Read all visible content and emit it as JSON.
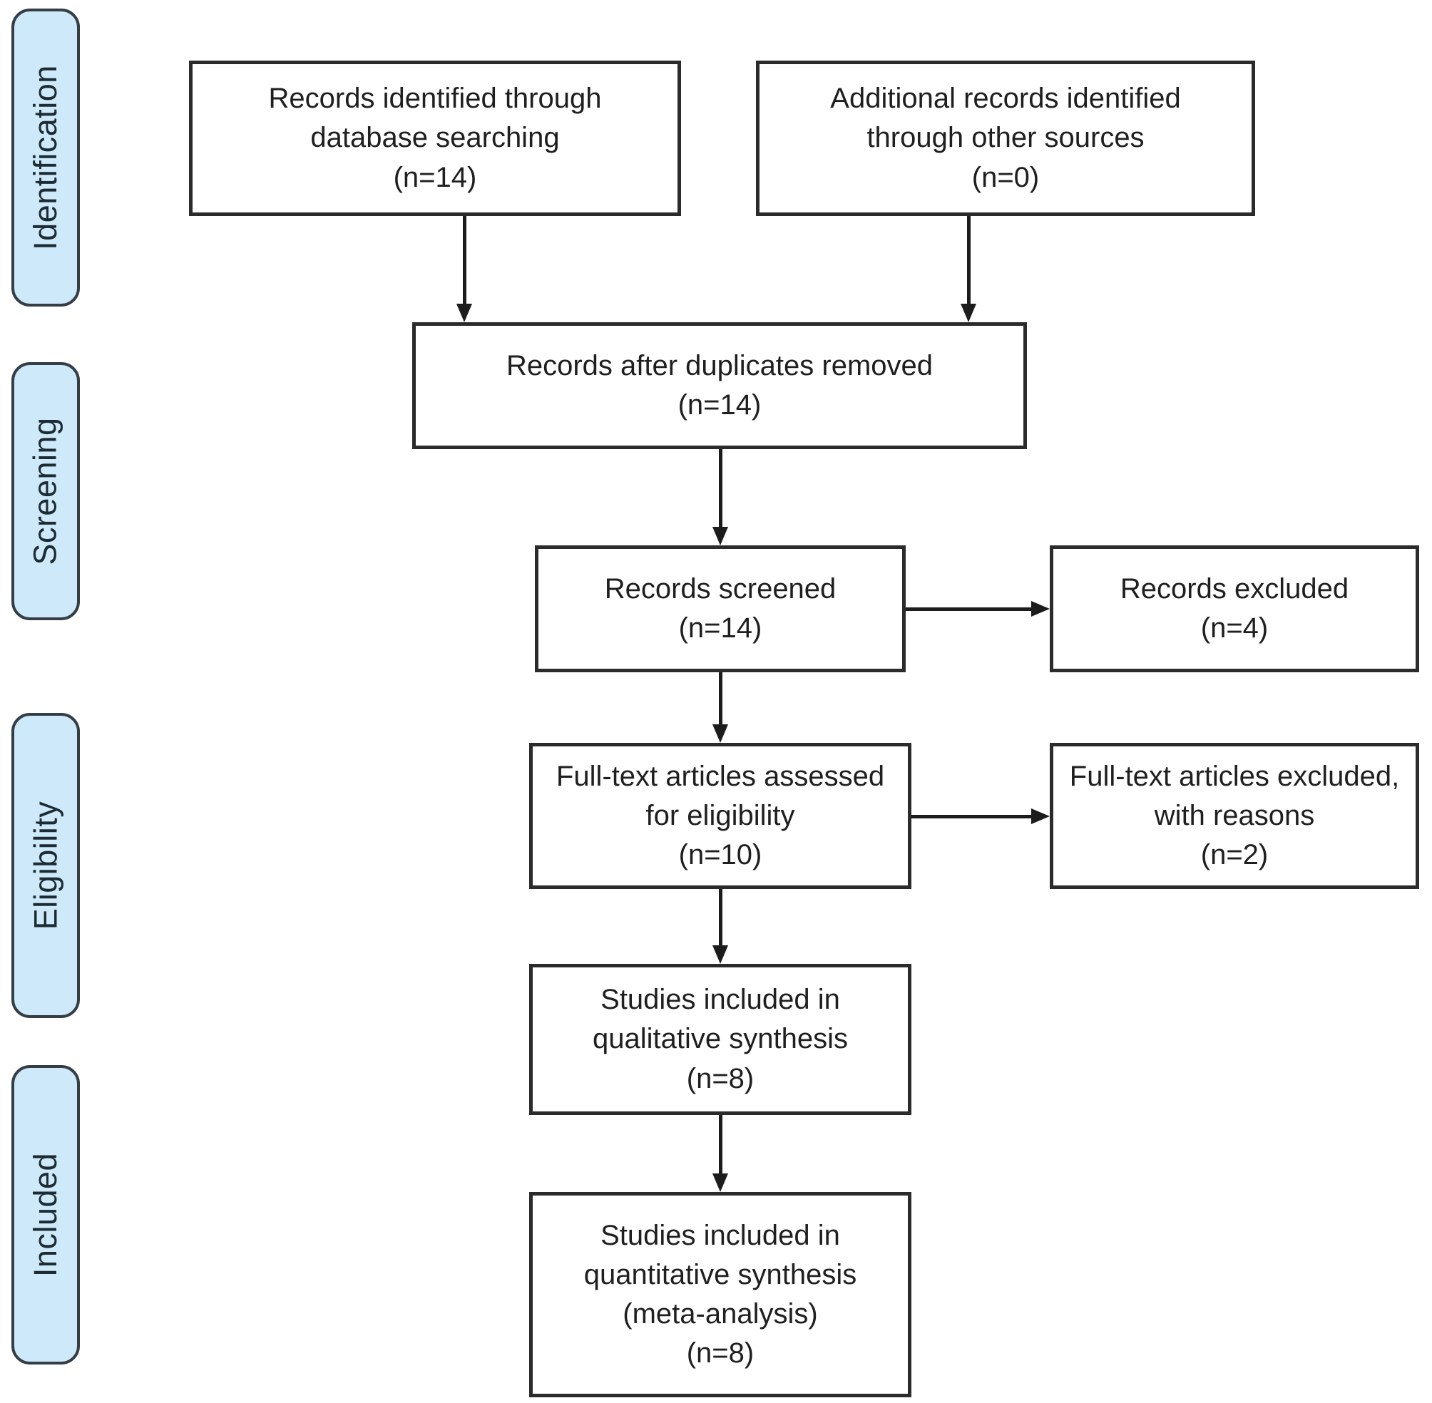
{
  "sidebar": {
    "stages": [
      {
        "label": "Identification"
      },
      {
        "label": "Screening"
      },
      {
        "label": "Eligibility"
      },
      {
        "label": "Included"
      }
    ]
  },
  "flow": {
    "identified": {
      "text": "Records identified through\ndatabase searching\n(n=14)",
      "n": 14
    },
    "additional": {
      "text": "Additional records identified\nthrough other sources\n(n=0)",
      "n": 0
    },
    "deduplicated": {
      "text": "Records after duplicates removed\n(n=14)",
      "n": 14
    },
    "screened": {
      "text": "Records screened\n(n=14)",
      "n": 14
    },
    "excluded": {
      "text": "Records excluded\n(n=4)",
      "n": 4
    },
    "fulltext_assessed": {
      "text": "Full-text articles assessed\nfor eligibility\n(n=10)",
      "n": 10
    },
    "fulltext_excluded": {
      "text": "Full-text articles excluded,\nwith reasons\n(n=2)",
      "n": 2
    },
    "qualitative": {
      "text": "Studies included in\nqualitative synthesis\n(n=8)",
      "n": 8
    },
    "quantitative": {
      "text": "Studies included in\nquantitative synthesis\n(meta-analysis)\n(n=8)",
      "n": 8
    }
  },
  "colors": {
    "background": "#ffffff",
    "stage_fill": "#cde9fa",
    "stage_border": "#353d45",
    "box_border": "#2b2b2b",
    "arrow": "#1c1c1c",
    "text": "#1f1f1f"
  }
}
